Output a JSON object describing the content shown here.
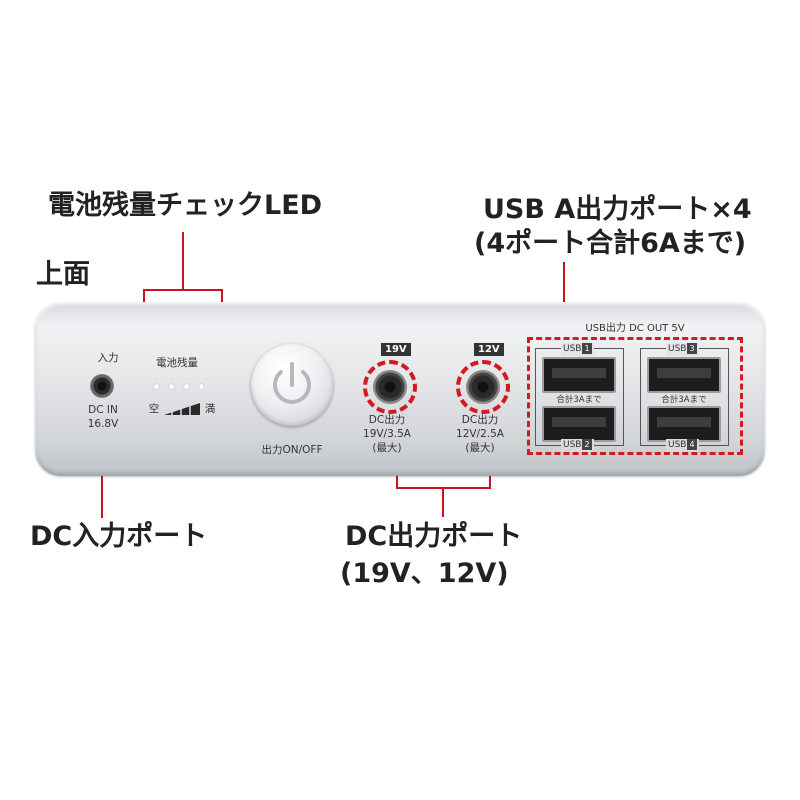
{
  "callouts": {
    "battery_led": "電池残量チェックLED",
    "top_side": "上面",
    "usb_ports_line1": "USB A出力ポート×4",
    "usb_ports_line2": "(4ポート合計6Aまで)",
    "dc_input": "DC入力ポート",
    "dc_output_line1": "DC出力ポート",
    "dc_output_line2": "(19V、12V)"
  },
  "device": {
    "dc_in": {
      "label_top": "入力",
      "label_1": "DC IN",
      "label_2": "16.8V"
    },
    "battery": {
      "label": "電池残量",
      "empty": "空",
      "full": "満",
      "led_count": 4
    },
    "power_button": {
      "label": "出力ON/OFF"
    },
    "dc_out_19": {
      "badge": "19V",
      "line1": "DC出力",
      "line2": "19V/3.5A",
      "line3": "(最大)"
    },
    "dc_out_12": {
      "badge": "12V",
      "line1": "DC出力",
      "line2": "12V/2.5A",
      "line3": "(最大)"
    },
    "usb": {
      "header": "USB出力 DC OUT 5V",
      "usb_word": "USB",
      "port1_num": "1",
      "port2_num": "2",
      "port3_num": "3",
      "port4_num": "4",
      "combined_left": "合計3Aまで",
      "combined_right": "合計3Aまで"
    }
  },
  "colors": {
    "highlight_red": "#d31a22",
    "body_silver": "#dcdfe2"
  }
}
